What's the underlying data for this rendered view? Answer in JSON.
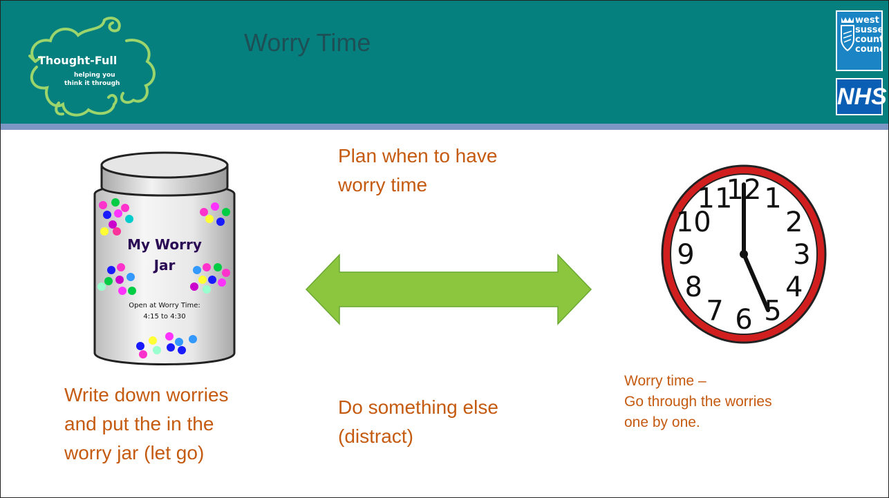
{
  "header": {
    "title": "Worry Time",
    "logo": {
      "name": "Thought-Full",
      "tagline_line1": "helping you",
      "tagline_line2": "think it through"
    },
    "council_logo": {
      "line1": "west",
      "line2": "sussex",
      "line3": "county",
      "line4": "council"
    },
    "nhs_logo": "NHS"
  },
  "jar": {
    "label_line1": "My Worry",
    "label_line2": "Jar",
    "note_line1": "Open at Worry Time:",
    "note_line2": "4:15 to 4:30"
  },
  "clock": {
    "numbers": [
      "12",
      "1",
      "2",
      "3",
      "4",
      "5",
      "6",
      "7",
      "8",
      "9",
      "10",
      "11"
    ]
  },
  "texts": {
    "plan_line1": "Plan when to have",
    "plan_line2": "worry time",
    "write_line1": "Write down worries",
    "write_line2": "and put the in the",
    "write_line3": "worry jar (let go)",
    "do_line1": "Do something else",
    "do_line2": "(distract)",
    "worry_line1": "Worry time –",
    "worry_line2": "Go through the worries",
    "worry_line3": "one by one."
  },
  "colors": {
    "header": "#06807f",
    "accent_text": "#c55a11",
    "arrow": "#8cc63f",
    "clock_rim": "#d11f1f"
  }
}
